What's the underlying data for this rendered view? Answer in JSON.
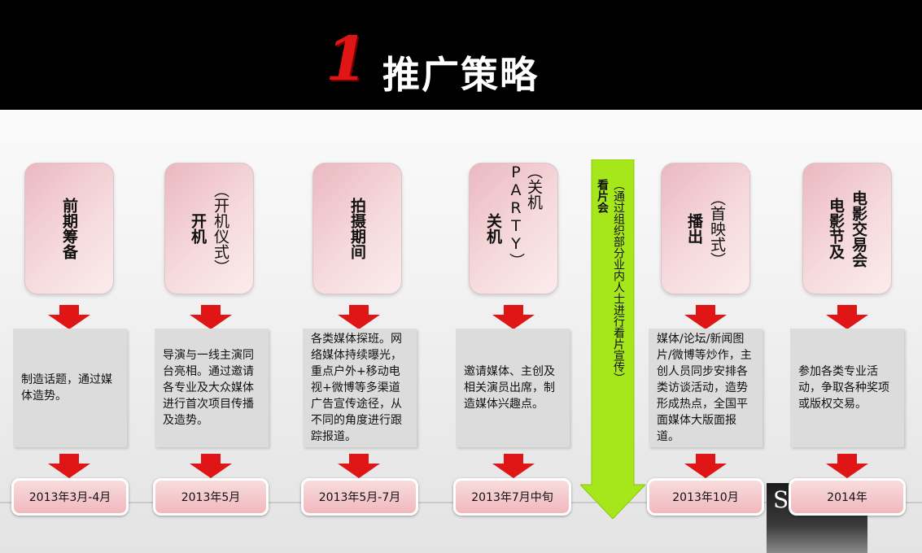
{
  "header": {
    "number": "1",
    "title": "推广策略"
  },
  "stages": [
    {
      "main": "前期筹备",
      "paren": "",
      "desc": "制造话题，通过媒体造势。",
      "date": "2013年3月-4月"
    },
    {
      "main": "开机",
      "paren": "（开机仪式）",
      "desc": "导演与一线主演同台亮相。通过邀请各专业及大众媒体进行首次项目传播及造势。",
      "date": "2013年5月"
    },
    {
      "main": "拍摄期间",
      "paren": "",
      "desc": "各类媒体探班。网络媒体持续曝光，重点户外+移动电视+微博等多渠道广告宣传途径，从不同的角度进行跟踪报道。",
      "date": "2013年5月-7月"
    },
    {
      "main": "关机",
      "paren": "（关机PARTY）",
      "desc": "邀请媒体、主创及相关演员出席，制造媒体兴趣点。",
      "date": "2013年7月中旬"
    },
    {
      "main": "播出",
      "paren": "（首映式）",
      "desc": "媒体/论坛/新闻图片/微博等炒作，主创人员同步安排各类访谈活动，造势形成热点，全国平面媒体大版面报道。",
      "date": "2013年10月"
    },
    {
      "main": "电影节及",
      "paren": "电影交易会",
      "desc": "参加各类专业活动，争取各种奖项或版权交易。",
      "date": "2014年"
    }
  ],
  "screening": {
    "label": "看片会",
    "sub": "（通过组织部分业内人士进行看片宣传）"
  },
  "logo": {
    "text": "S"
  },
  "colors": {
    "header": "#000000",
    "red": "#e01515",
    "green": "#a6e71b",
    "stage": "#f2c9ce",
    "desc": "#dcdcdc"
  }
}
